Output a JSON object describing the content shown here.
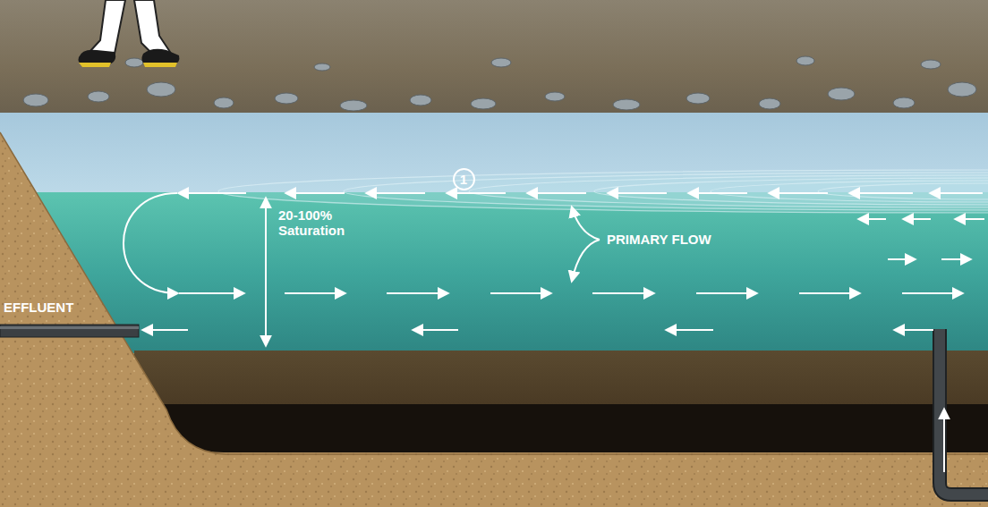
{
  "diagram": {
    "nodes": [
      {
        "text": [
          "1"
        ]
      }
    ],
    "labels": [
      "20-100% Saturation",
      "PRIMARY FLOW",
      "EFFLUENT"
    ]
  }
}
